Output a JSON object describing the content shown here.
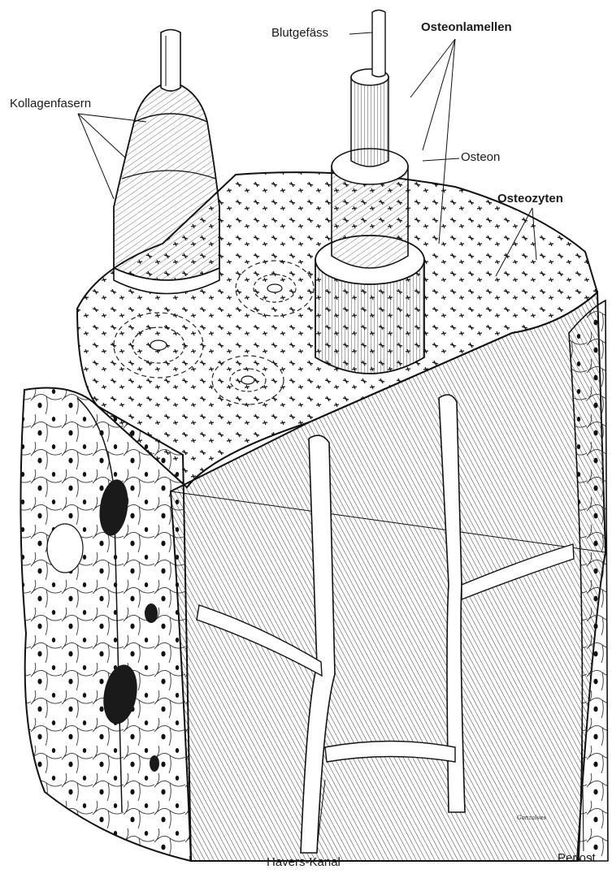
{
  "labels": {
    "blutgefaess": "Blutgefäss",
    "osteonlamellen": "Osteonlamellen",
    "kollagenfasern": "Kollagenfasern",
    "osteon": "Osteon",
    "osteozyten": "Osteozyten",
    "havers_kanal": "Havers-Kanal",
    "periost": "Periost"
  },
  "signature": "Gonzalves"
}
